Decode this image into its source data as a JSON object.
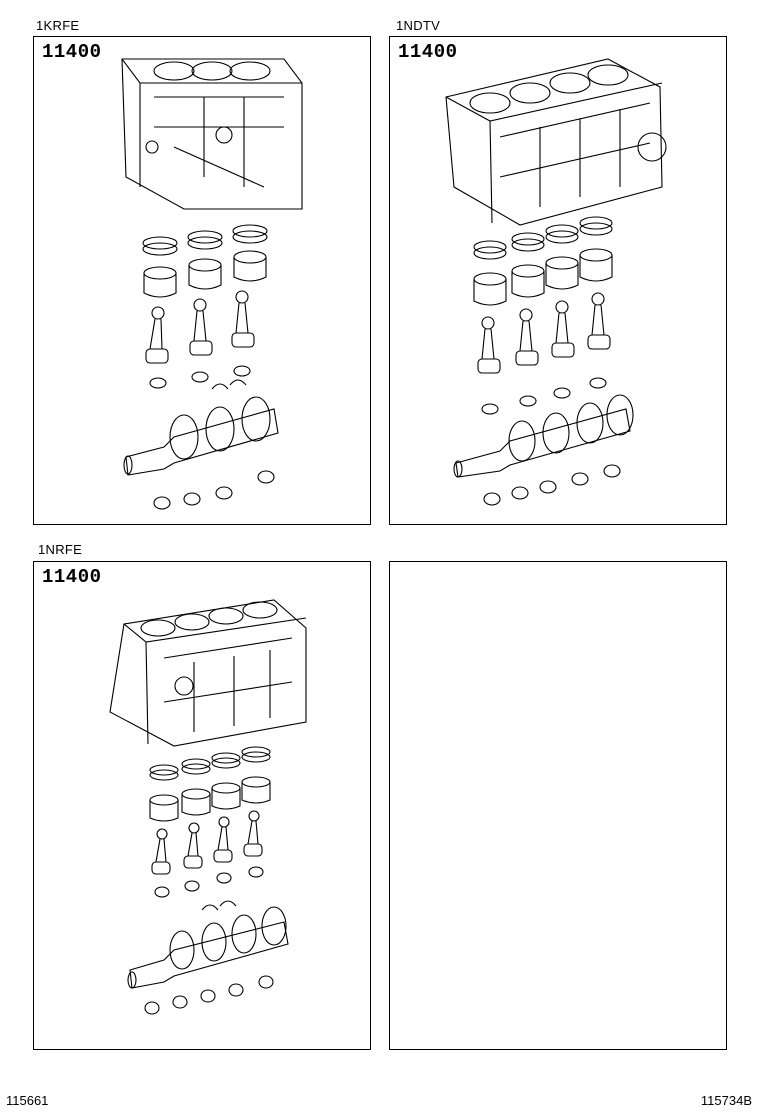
{
  "panels": [
    {
      "engine": "1KRFE",
      "part_code": "11400"
    },
    {
      "engine": "1NDTV",
      "part_code": "11400"
    },
    {
      "engine": "1NRFE",
      "part_code": "11400"
    },
    {
      "engine": "",
      "part_code": ""
    }
  ],
  "footer": {
    "left_id": "115661",
    "right_id": "115734B"
  },
  "icons": [
    "cylinder-block-icon",
    "piston-ring-set-icon",
    "piston-icon",
    "connecting-rod-icon",
    "bearing-shell-icon",
    "crankshaft-icon"
  ]
}
